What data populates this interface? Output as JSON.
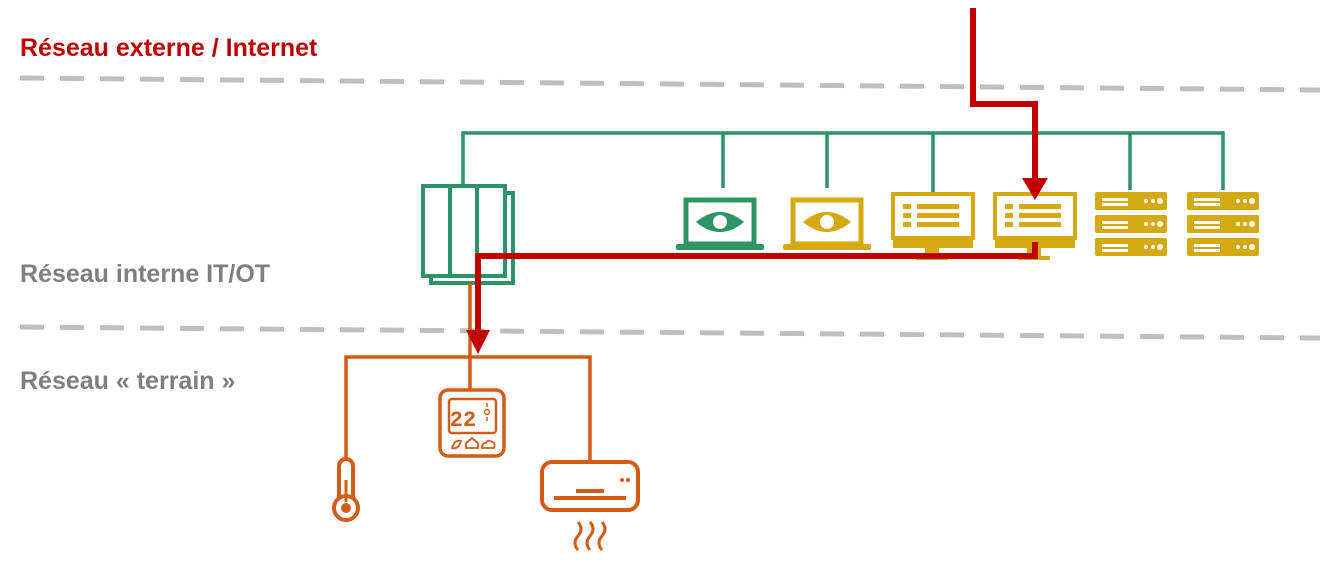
{
  "zones": {
    "external": {
      "label": "Réseau externe / Internet",
      "color": "#c00000"
    },
    "internal": {
      "label": "Réseau interne IT/OT",
      "color": "#7f7f7f"
    },
    "field": {
      "label": "Réseau « terrain »",
      "color": "#7f7f7f"
    }
  },
  "colors": {
    "it_network": "#2e9466",
    "compromised": "#d4a911",
    "field_network": "#d35c16",
    "attack_path": "#c00000",
    "separator": "#bfbfbf"
  },
  "devices": {
    "firewall": {
      "icon": "firewall-icon"
    },
    "laptops": [
      {
        "icon": "laptop-eye-icon",
        "state": "normal"
      },
      {
        "icon": "laptop-eye-icon",
        "state": "compromised"
      }
    ],
    "monitors": [
      {
        "icon": "monitor-icon",
        "state": "compromised"
      },
      {
        "icon": "monitor-icon",
        "state": "compromised"
      }
    ],
    "servers": [
      {
        "icon": "server-rack-icon",
        "state": "compromised"
      },
      {
        "icon": "server-rack-icon",
        "state": "compromised"
      }
    ],
    "thermostat": {
      "icon": "thermostat-icon",
      "display": "22"
    },
    "thermometer": {
      "icon": "thermometer-icon"
    },
    "air_conditioner": {
      "icon": "air-conditioner-icon"
    }
  }
}
